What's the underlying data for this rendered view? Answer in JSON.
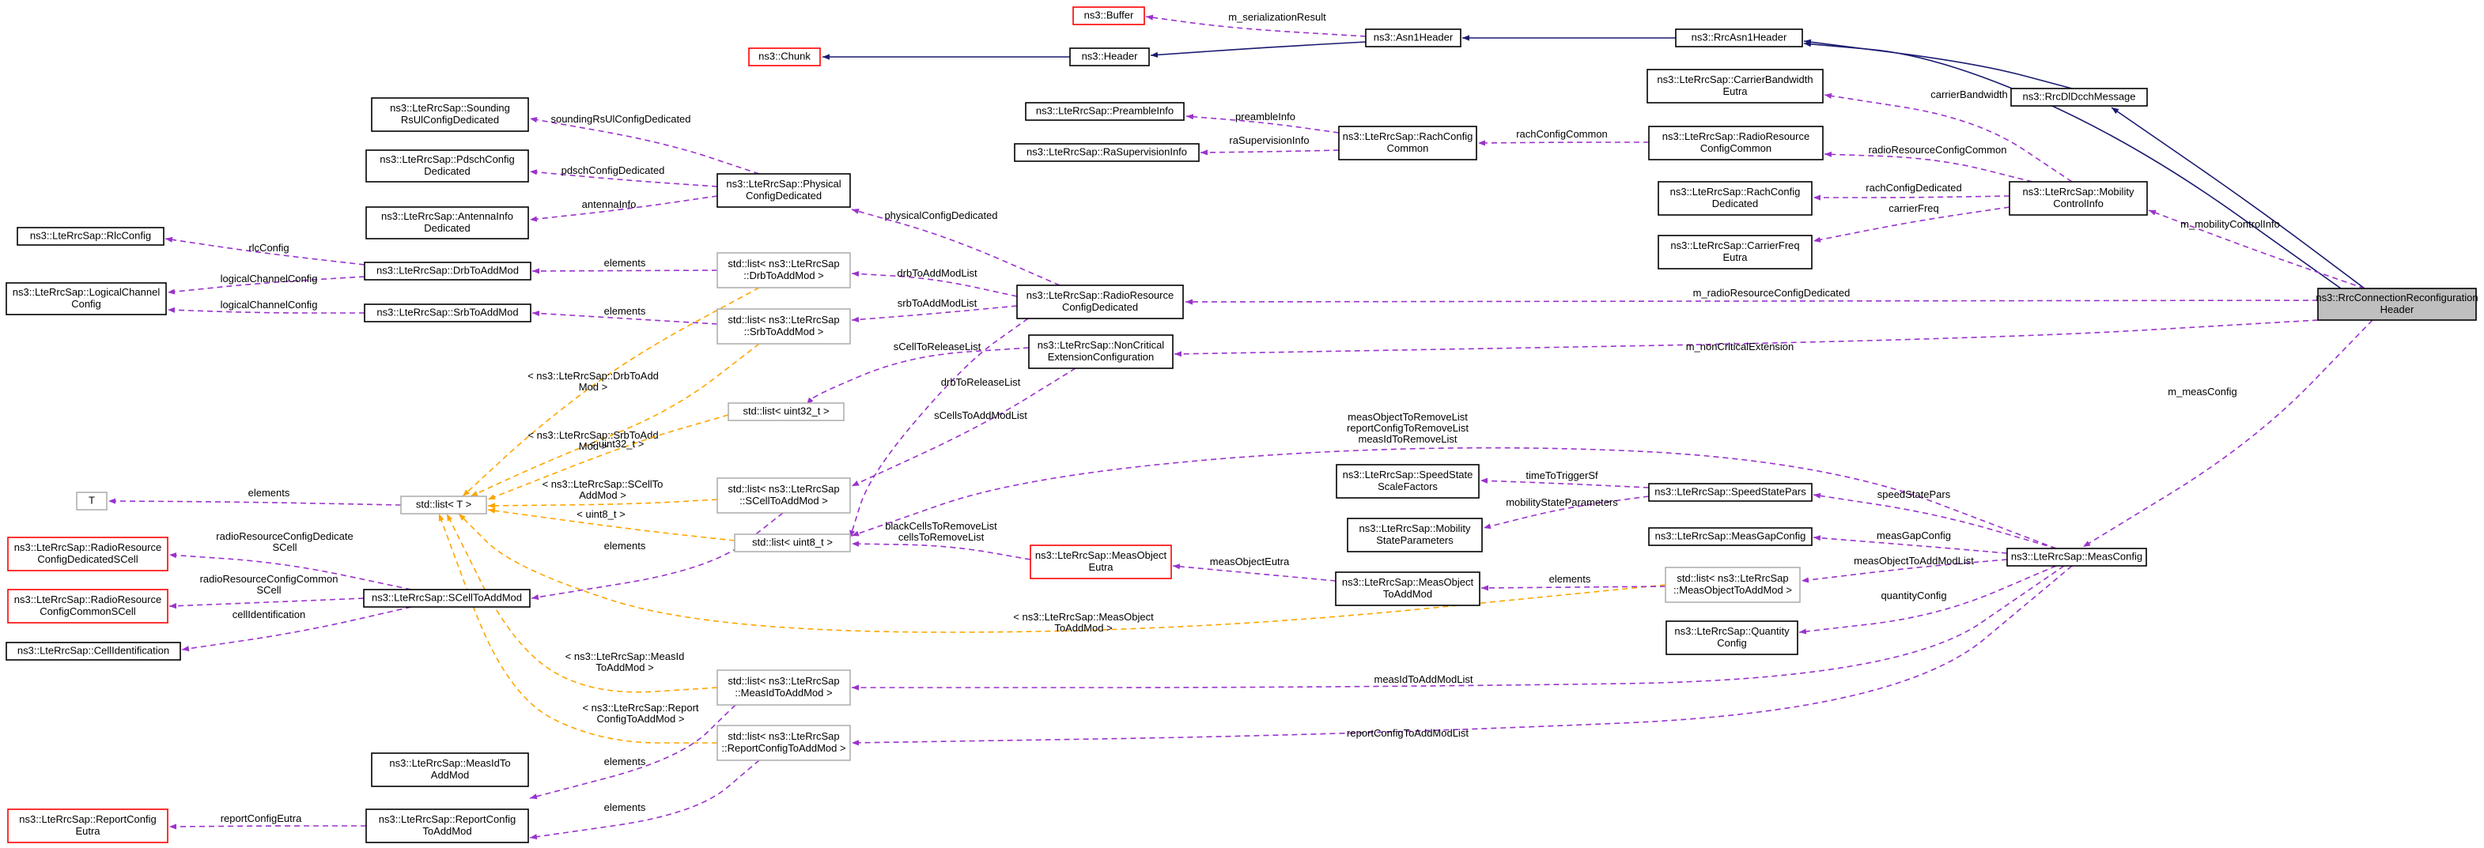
{
  "diagram": {
    "title": "ns3::RrcConnectionReconfigurationHeader collaboration graph",
    "colors": {
      "inheritance": "#191970",
      "usage": "#9a32cd",
      "template": "#ffa500",
      "undocumented_border": "#ff0000",
      "external_border": "#b0b0b0",
      "focus_fill": "#bfbfbf"
    },
    "nodes": {
      "buffer": [
        "ns3::Buffer"
      ],
      "chunk": [
        "ns3::Chunk"
      ],
      "header": [
        "ns3::Header"
      ],
      "asn1header": [
        "ns3::Asn1Header"
      ],
      "rrcasn1header": [
        "ns3::RrcAsn1Header"
      ],
      "rrcdldcchmessage": [
        "ns3::RrcDlDcchMessage"
      ],
      "rrcconnreconfheader": [
        "ns3::RrcConnectionReconfiguration",
        "Header"
      ],
      "soundingrsul": [
        "ns3::LteRrcSap::Sounding",
        "RsUlConfigDedicated"
      ],
      "pdschconfig": [
        "ns3::LteRrcSap::PdschConfig",
        "Dedicated"
      ],
      "antennainfo": [
        "ns3::LteRrcSap::AntennaInfo",
        "Dedicated"
      ],
      "physicalconfig": [
        "ns3::LteRrcSap::Physical",
        "ConfigDedicated"
      ],
      "rlcconfig": [
        "ns3::LteRrcSap::RlcConfig"
      ],
      "logicalchannel": [
        "ns3::LteRrcSap::LogicalChannel",
        "Config"
      ],
      "drbtoaddmod": [
        "ns3::LteRrcSap::DrbToAddMod"
      ],
      "srbtoaddmod": [
        "ns3::LteRrcSap::SrbToAddMod"
      ],
      "listdrb": [
        "std::list< ns3::LteRrcSap",
        "::DrbToAddMod >"
      ],
      "listsrb": [
        "std::list< ns3::LteRrcSap",
        "::SrbToAddMod >"
      ],
      "radioresourcededicated": [
        "ns3::LteRrcSap::RadioResource",
        "ConfigDedicated"
      ],
      "noncritical": [
        "ns3::LteRrcSap::NonCritical",
        "ExtensionConfiguration"
      ],
      "preambleinfo": [
        "ns3::LteRrcSap::PreambleInfo"
      ],
      "rasupervision": [
        "ns3::LteRrcSap::RaSupervisionInfo"
      ],
      "rachconfigcommon": [
        "ns3::LteRrcSap::RachConfig",
        "Common"
      ],
      "carrierbandwidth": [
        "ns3::LteRrcSap::CarrierBandwidth",
        "Eutra"
      ],
      "radioresourcecommon": [
        "ns3::LteRrcSap::RadioResource",
        "ConfigCommon"
      ],
      "rachconfigdedicated": [
        "ns3::LteRrcSap::RachConfig",
        "Dedicated"
      ],
      "carrierfreq": [
        "ns3::LteRrcSap::CarrierFreq",
        "Eutra"
      ],
      "mobilitycontrolinfo": [
        "ns3::LteRrcSap::Mobility",
        "ControlInfo"
      ],
      "listuint32": [
        "std::list< uint32_t >"
      ],
      "t": [
        "T"
      ],
      "listT": [
        "std::list< T >"
      ],
      "listscell": [
        "std::list< ns3::LteRrcSap",
        "::SCellToAddMod >"
      ],
      "listuint8": [
        "std::list< uint8_t >"
      ],
      "rrcdedicatedscell": [
        "ns3::LteRrcSap::RadioResource",
        "ConfigDedicatedSCell"
      ],
      "rrccommonscell": [
        "ns3::LteRrcSap::RadioResource",
        "ConfigCommonSCell"
      ],
      "cellidentification": [
        "ns3::LteRrcSap::CellIdentification"
      ],
      "scelltoaddmod": [
        "ns3::LteRrcSap::SCellToAddMod"
      ],
      "speedstatescale": [
        "ns3::LteRrcSap::SpeedState",
        "ScaleFactors"
      ],
      "mobilitystate": [
        "ns3::LteRrcSap::Mobility",
        "StateParameters"
      ],
      "speedstatepars": [
        "ns3::LteRrcSap::SpeedStatePars"
      ],
      "measgapconfig": [
        "ns3::LteRrcSap::MeasGapConfig"
      ],
      "measobjecteutra": [
        "ns3::LteRrcSap::MeasObject",
        "Eutra"
      ],
      "measobjecttoaddmod": [
        "ns3::LteRrcSap::MeasObject",
        "ToAddMod"
      ],
      "listmeasobject": [
        "std::list< ns3::LteRrcSap",
        "::MeasObjectToAddMod >"
      ],
      "quantityconfig": [
        "ns3::LteRrcSap::Quantity",
        "Config"
      ],
      "measconfig": [
        "ns3::LteRrcSap::MeasConfig"
      ],
      "listmeasid": [
        "std::list< ns3::LteRrcSap",
        "::MeasIdToAddMod >"
      ],
      "listreportconfig": [
        "std::list< ns3::LteRrcSap",
        "::ReportConfigToAddMod >"
      ],
      "measidtoaddmod": [
        "ns3::LteRrcSap::MeasIdTo",
        "AddMod"
      ],
      "reportconfigeutra": [
        "ns3::LteRrcSap::ReportConfig",
        "Eutra"
      ],
      "reportconfigtoaddmod": [
        "ns3::LteRrcSap::ReportConfig",
        "ToAddMod"
      ]
    },
    "edges": {
      "m_serializationResult": [
        "m_serializationResult"
      ],
      "m_mobilityControlInfo": [
        "m_mobilityControlInfo"
      ],
      "m_radioResourceConfigDedicated": [
        "m_radioResourceConfigDedicated"
      ],
      "m_nonCriticalExtension": [
        "m_nonCriticalExtension"
      ],
      "m_measConfig": [
        "m_measConfig"
      ],
      "soundingRsUlConfigDedicated": [
        "soundingRsUlConfigDedicated"
      ],
      "pdschConfigDedicated": [
        "pdschConfigDedicated"
      ],
      "antennaInfo": [
        "antennaInfo"
      ],
      "physicalConfigDedicated": [
        "physicalConfigDedicated"
      ],
      "rlcConfig": [
        "rlcConfig"
      ],
      "logicalChannelConfig1": [
        "logicalChannelConfig"
      ],
      "logicalChannelConfig2": [
        "logicalChannelConfig"
      ],
      "elements_drb": [
        "elements"
      ],
      "elements_srb": [
        "elements"
      ],
      "drbToAddModList": [
        "drbToAddModList"
      ],
      "srbToAddModList": [
        "srbToAddModList"
      ],
      "sCellToReleaseList": [
        "sCellToReleaseList"
      ],
      "drbToReleaseList": [
        "drbToReleaseList"
      ],
      "sCellsToAddModList": [
        "sCellsToAddModList"
      ],
      "preambleInfo": [
        "preambleInfo"
      ],
      "raSupervisionInfo": [
        "raSupervisionInfo"
      ],
      "rachConfigCommon": [
        "rachConfigCommon"
      ],
      "carrierBandwidth": [
        "carrierBandwidth"
      ],
      "radioResourceConfigCommon": [
        "radioResourceConfigCommon"
      ],
      "rachConfigDedicated": [
        "rachConfigDedicated"
      ],
      "carrierFreq": [
        "carrierFreq"
      ],
      "tpl_drb": [
        "< ns3::LteRrcSap::DrbToAdd",
        "Mod >"
      ],
      "tpl_srb": [
        "< ns3::LteRrcSap::SrbToAdd",
        "Mod >"
      ],
      "tpl_uint32": [
        "< uint32_t >"
      ],
      "tpl_scell": [
        "< ns3::LteRrcSap::SCellTo",
        "AddMod >"
      ],
      "tpl_uint8": [
        "< uint8_t >"
      ],
      "tpl_measobject": [
        "< ns3::LteRrcSap::MeasObject",
        "ToAddMod >"
      ],
      "tpl_measid": [
        "< ns3::LteRrcSap::MeasId",
        "ToAddMod >"
      ],
      "tpl_reportconfig": [
        "< ns3::LteRrcSap::Report",
        "ConfigToAddMod >"
      ],
      "elements_T": [
        "elements"
      ],
      "elements_scell": [
        "elements"
      ],
      "radioResourceConfigDedicateSCell": [
        "radioResourceConfigDedicate",
        "SCell"
      ],
      "radioResourceConfigCommonSCell": [
        "radioResourceConfigCommon",
        "SCell"
      ],
      "cellIdentification": [
        "cellIdentification"
      ],
      "measRemoveLists": [
        "measObjectToRemoveList",
        "reportConfigToRemoveList",
        "measIdToRemoveList"
      ],
      "blackCellsToRemoveList": [
        "blackCellsToRemoveList",
        "cellsToRemoveList"
      ],
      "timeToTriggerSf": [
        "timeToTriggerSf"
      ],
      "mobilityStateParameters": [
        "mobilityStateParameters"
      ],
      "speedStatePars": [
        "speedStatePars"
      ],
      "measGapConfig": [
        "measGapConfig"
      ],
      "measObjectEutra": [
        "measObjectEutra"
      ],
      "elements_measobject": [
        "elements"
      ],
      "measObjectToAddModList": [
        "measObjectToAddModList"
      ],
      "quantityConfig": [
        "quantityConfig"
      ],
      "measIdToAddModList": [
        "measIdToAddModList"
      ],
      "reportConfigToAddModList": [
        "reportConfigToAddModList"
      ],
      "elements_measid": [
        "elements"
      ],
      "reportConfigEutra": [
        "reportConfigEutra"
      ],
      "elements_reportconfig": [
        "elements"
      ]
    }
  }
}
